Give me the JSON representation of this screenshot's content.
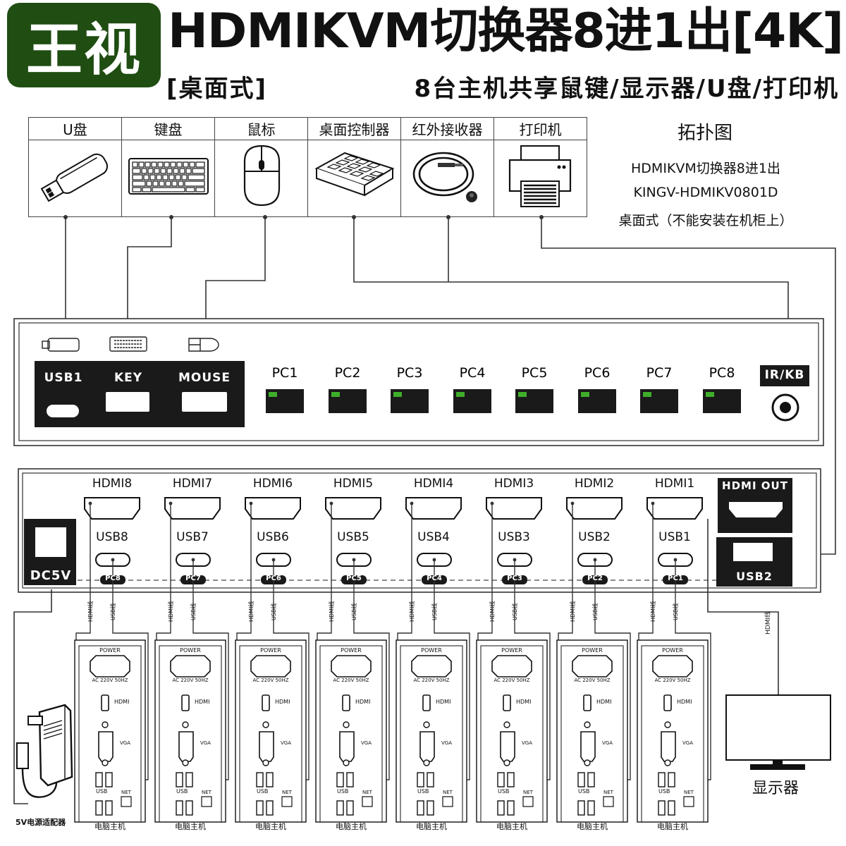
{
  "brand": {
    "logo_text": "王视",
    "bg": "#1f4d12"
  },
  "title": "HDMIKVM切换器8进1出[4K]",
  "subtitle_left": "[桌面式]",
  "subtitle_right": "8台主机共享鼠键/显示器/U盘/打印机",
  "devices": [
    {
      "label": "U盘",
      "icon": "usb-drive-icon"
    },
    {
      "label": "键盘",
      "icon": "keyboard-icon"
    },
    {
      "label": "鼠标",
      "icon": "mouse-icon"
    },
    {
      "label": "桌面控制器",
      "icon": "desktop-controller-icon"
    },
    {
      "label": "红外接收器",
      "icon": "ir-receiver-icon"
    },
    {
      "label": "打印机",
      "icon": "printer-icon"
    }
  ],
  "topology": {
    "title": "拓扑图",
    "line1": "HDMIKVM切换器8进1出",
    "line2": "KINGV-HDMIKV0801D",
    "line3": "桌面式（不能安装在机柜上）"
  },
  "front_panel": {
    "usb_label": "USB1",
    "key_label": "KEY",
    "mouse_label": "MOUSE",
    "pc_buttons": [
      "PC1",
      "PC2",
      "PC3",
      "PC4",
      "PC5",
      "PC6",
      "PC7",
      "PC8"
    ],
    "ir_label": "IR/KB",
    "led_color": "#3fae2a"
  },
  "rear_panel": {
    "dc_label": "DC5V",
    "hdmi_ports": [
      "HDMI8",
      "HDMI7",
      "HDMI6",
      "HDMI5",
      "HDMI4",
      "HDMI3",
      "HDMI2",
      "HDMI1"
    ],
    "usb_ports": [
      "USB8",
      "USB7",
      "USB6",
      "USB5",
      "USB4",
      "USB3",
      "USB2",
      "USB1"
    ],
    "pc_tags": [
      "PC8",
      "PC7",
      "PC6",
      "PC5",
      "PC4",
      "PC3",
      "PC2",
      "PC1"
    ],
    "hdmi_out_label": "HDMI OUT",
    "usb2_label": "USB2"
  },
  "cables": {
    "hdmi": "HDMI线",
    "usb": "USB线"
  },
  "computer": {
    "power": "POWER",
    "ac": "AC 220V 50HZ",
    "hdmi": "HDMI",
    "vga": "VGA",
    "usb": "USB",
    "net": "NET",
    "caption": "电脑主机"
  },
  "adapter_caption": "5V电源适配器",
  "monitor_caption": "显示器"
}
